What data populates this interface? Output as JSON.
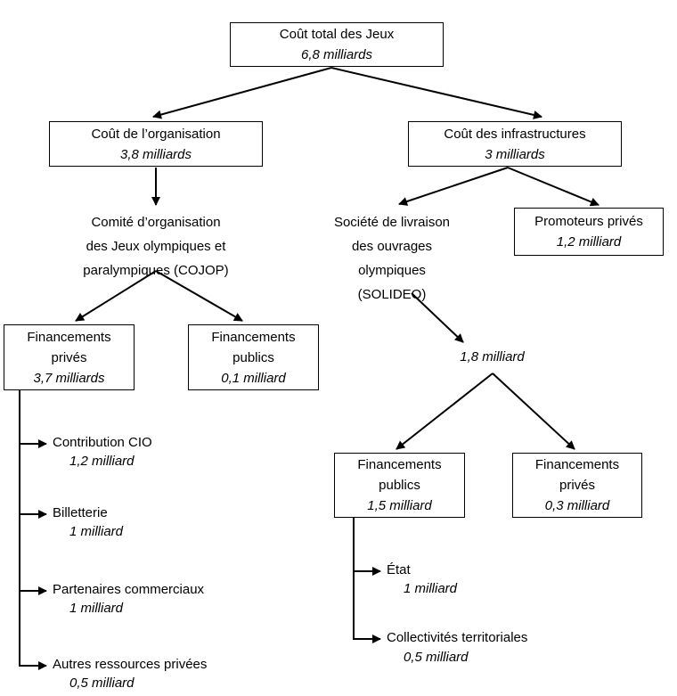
{
  "nodes": {
    "total": {
      "label": "Coût total des Jeux",
      "value": "6,8 milliards"
    },
    "organisation": {
      "label": "Coût de l’organisation",
      "value": "3,8 milliards"
    },
    "infrastructures": {
      "label": "Coût des infrastructures",
      "value": "3 milliards"
    },
    "cojop": {
      "lines": [
        "Comité d’organisation",
        "des Jeux olympiques et",
        "paralympiques (COJOP)"
      ]
    },
    "solideo": {
      "lines": [
        "Société de livraison",
        "des ouvrages",
        "olympiques",
        "(SOLIDEO)"
      ]
    },
    "promoteurs": {
      "label": "Promoteurs privés",
      "value": "1,2 milliard"
    },
    "fin_prives_cojop": {
      "lines": [
        "Financements",
        "privés"
      ],
      "value": "3,7 milliards"
    },
    "fin_publics_cojop": {
      "lines": [
        "Financements",
        "publics"
      ],
      "value": "0,1 milliard"
    },
    "solideo_total": {
      "value": "1,8 milliard"
    },
    "fin_publics_solideo": {
      "lines": [
        "Financements",
        "publics"
      ],
      "value": "1,5 milliard"
    },
    "fin_prives_solideo": {
      "lines": [
        "Financements",
        "privés"
      ],
      "value": "0,3 milliard"
    }
  },
  "left_leaves": [
    {
      "label": "Contribution CIO",
      "value": "1,2 milliard"
    },
    {
      "label": "Billetterie",
      "value": "1 milliard"
    },
    {
      "label": "Partenaires commerciaux",
      "value": "1 milliard"
    },
    {
      "label": "Autres ressources privées",
      "value": "0,5 milliard"
    }
  ],
  "right_leaves": [
    {
      "label": "État",
      "value": "1 milliard"
    },
    {
      "label": "Collectivités territoriales",
      "value": "0,5 milliard"
    }
  ],
  "colors": {
    "line": "#000000",
    "text": "#000000",
    "background": "#ffffff"
  }
}
